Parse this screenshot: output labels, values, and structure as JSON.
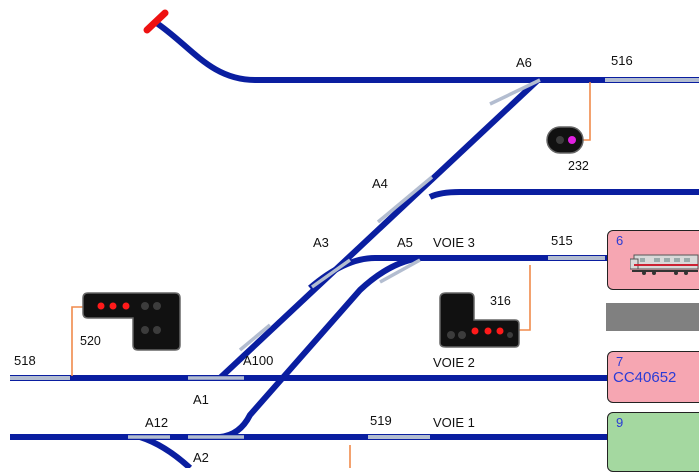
{
  "switches": {
    "a6": "A6",
    "a4": "A4",
    "a3": "A3",
    "a5": "A5",
    "a100": "A100",
    "a1": "A1",
    "a12": "A12",
    "a2": "A2"
  },
  "tracks": {
    "voie3": "VOIE 3",
    "voie2": "VOIE 2",
    "voie1": "VOIE 1"
  },
  "sensors": {
    "s516": "516",
    "s515": "515",
    "s518": "518",
    "s519": "519"
  },
  "signals": {
    "sig232": "232",
    "sig316": "316",
    "sig520": "520"
  },
  "trains": {
    "t6": {
      "number": "6",
      "name": ""
    },
    "t7": {
      "number": "7",
      "name": "CC40652"
    },
    "t9": {
      "number": "9",
      "name": ""
    }
  },
  "colors": {
    "track": "#0a1ea0",
    "switch_blade": "#b3bdd0",
    "wire": "#f08a4b",
    "signal_red": "#ff1a1a",
    "signal_violet": "#e020e0",
    "buffer_stop": "#ee1111",
    "train6_bg": "#f6a6b2",
    "train7_bg": "#f6a6b2",
    "train9_bg": "#a4d8a0",
    "gray_block": "#808080"
  },
  "icons": {
    "train6": "locomotive-icon"
  }
}
